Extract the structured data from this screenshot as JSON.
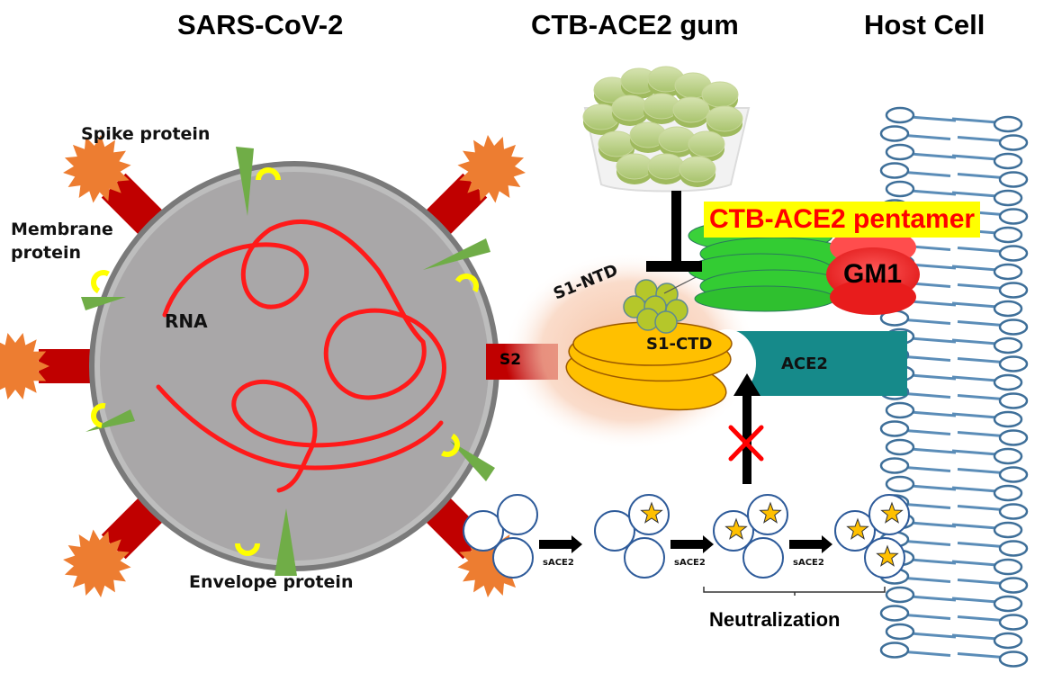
{
  "titles": {
    "virus": "SARS-CoV-2",
    "gum": "CTB-ACE2 gum",
    "host": "Host Cell"
  },
  "virus_labels": {
    "spike": "Spike protein",
    "membrane": "Membrane\nprotein",
    "membrane_line1": "Membrane",
    "membrane_line2": "protein",
    "rna": "RNA",
    "envelope": "Envelope protein",
    "s2": "S2"
  },
  "binding_labels": {
    "s1_ntd": "S1-NTD",
    "s1_ctd": "S1-CTD",
    "ace2": "ACE2",
    "pentamer": "CTB-ACE2 pentamer",
    "gm1": "GM1"
  },
  "neutralization": {
    "step_label": "sACE2",
    "steps": [
      {
        "stars": 0
      },
      {
        "stars": 1
      },
      {
        "stars": 2
      },
      {
        "stars": 3
      }
    ],
    "bracket_label": "Neutralization"
  },
  "colors": {
    "virus_body": "#a9a7a8",
    "rna": "#ff1a1a",
    "spike_stalk": "#c00000",
    "spike_head": "#ed7d31",
    "membrane_protein": "#70ad47",
    "envelope_arc": "#ffff00",
    "ctb": "#33cc33",
    "gm1": "#ff3333",
    "s1_ctd": "#ffc000",
    "s1_ntd": "#b5c72a",
    "ace2": "#168a8a",
    "highlight": "#ffff00",
    "pentamer_text": "#ff0000",
    "membrane_lipid": "#5b8db8",
    "block_x": "#ff0000"
  }
}
